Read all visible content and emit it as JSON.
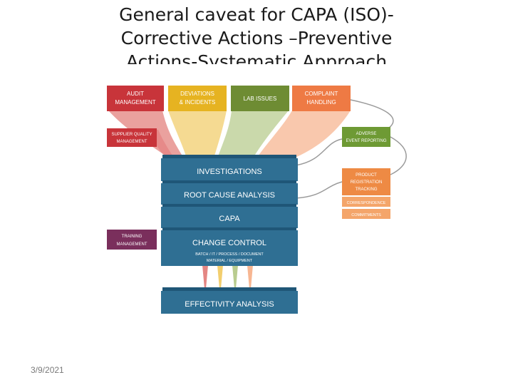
{
  "slide": {
    "title_lines": [
      "General caveat for CAPA (ISO)-",
      "Corrective Actions –Preventive",
      "Actions-Systematic Approach"
    ],
    "date": "3/9/2021"
  },
  "diagram": {
    "top_sources": [
      {
        "line1": "AUDIT",
        "line2": "MANAGEMENT",
        "color": "#c8343a"
      },
      {
        "line1": "DEVIATIONS",
        "line2": "& INCIDENTS",
        "color": "#e6b321"
      },
      {
        "line1": "LAB ISSUES",
        "line2": "",
        "color": "#6e8c33"
      },
      {
        "line1": "COMPLAINT",
        "line2": "HANDLING",
        "color": "#ee7a44"
      }
    ],
    "left_sources": {
      "supplier": {
        "line1": "SUPPLIER QUALITY",
        "line2": "MANAGEMENT",
        "color": "#c8343a"
      },
      "training": {
        "line1": "TRAINING",
        "line2": "MANAGEMENT",
        "color": "#7a2f5c"
      }
    },
    "right_sources": {
      "adverse": {
        "line1": "ADVERSE",
        "line2": "EVENT REPORTING",
        "color": "#6e9a34"
      },
      "product": {
        "line1": "PRODUCT",
        "line2": "REGISTRATION",
        "line3": "TRACKING",
        "color": "#ee8a44"
      },
      "correspondence": {
        "label": "CORRESPONDENCE",
        "color": "#f4a56a"
      },
      "commitments": {
        "label": "COMMITMENTS",
        "color": "#f4a56a"
      }
    },
    "stack": {
      "investigations": "INVESTIGATIONS",
      "root_cause": "ROOT CAUSE ANALYSIS",
      "capa": "CAPA",
      "change_control": "CHANGE CONTROL",
      "change_sub1": "BATCH / IT / PROCESS / DOCUMENT",
      "change_sub2": "MATERIAL / EQUIPMENT",
      "effectivity": "EFFECTIVITY ANALYSIS",
      "color": "#2f6f93"
    }
  }
}
